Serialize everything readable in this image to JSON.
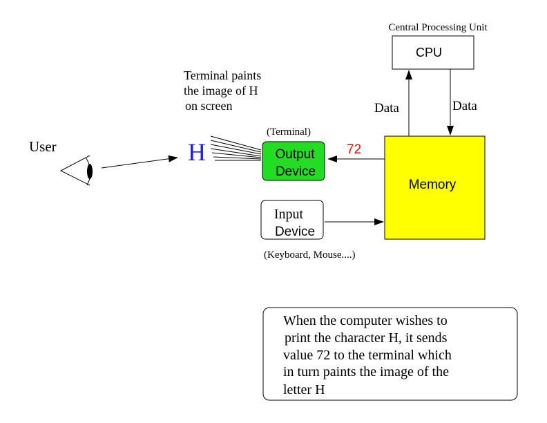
{
  "cpu_caption": "Central Processing Unit",
  "cpu_label": "CPU",
  "data_label_left": "Data",
  "data_label_right": "Data",
  "memory_label": "Memory",
  "value_label": "72",
  "terminal_caption": "(Terminal)",
  "output_device": {
    "line1": "Output",
    "line2": "Device"
  },
  "input_device": {
    "line1": "Input",
    "line2": "Device"
  },
  "input_caption": "(Keyboard, Mouse....)",
  "user_label": "User",
  "character": "H",
  "terminal_note": [
    "Terminal paints",
    "the image of H",
    "on screen"
  ],
  "explanation": [
    "When the computer wishes to",
    "print the character H, it sends",
    "value 72 to the terminal which",
    "in turn paints the image of the",
    "letter H"
  ],
  "colors": {
    "output_fill": "#22dd22",
    "memory_fill": "#ffff00",
    "value_text": "#ff0000",
    "character_text": "#1a1aff"
  }
}
